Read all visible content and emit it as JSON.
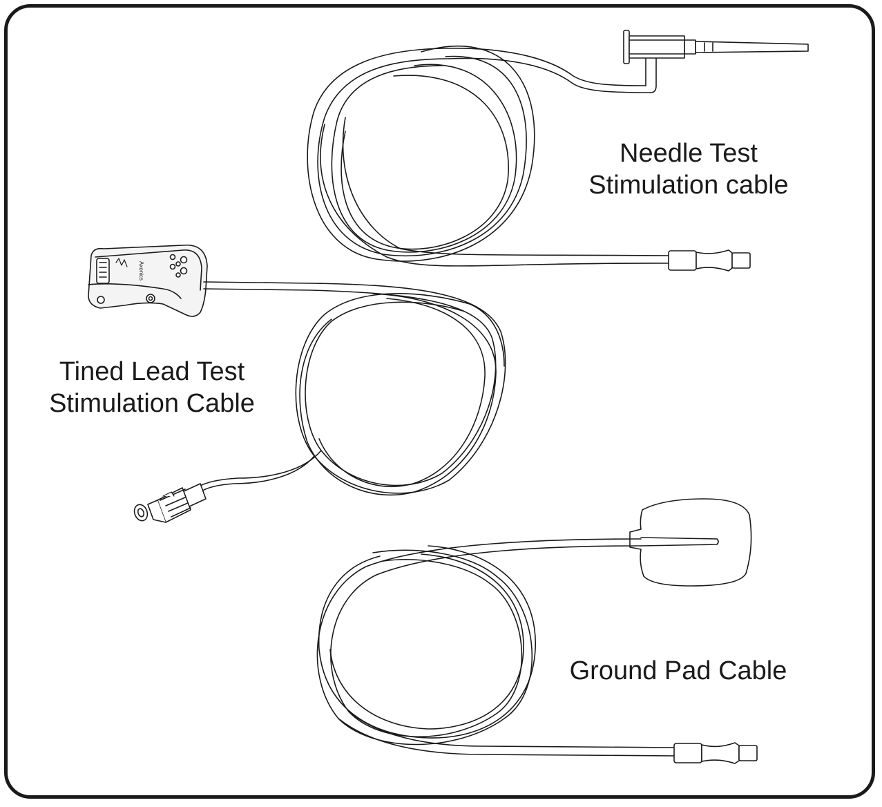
{
  "figure": {
    "needle_cable": {
      "label_line1": "Needle Test",
      "label_line2": "Stimulation cable"
    },
    "tined_cable": {
      "label_line1": "Tined Lead Test",
      "label_line2": "Stimulation Cable",
      "device_brand": "Axonics"
    },
    "ground_cable": {
      "label_line1": "Ground Pad Cable"
    }
  },
  "colors": {
    "line": "#1a1a1a",
    "fill": "#ffffff",
    "device_fill": "#f4f4f4"
  }
}
